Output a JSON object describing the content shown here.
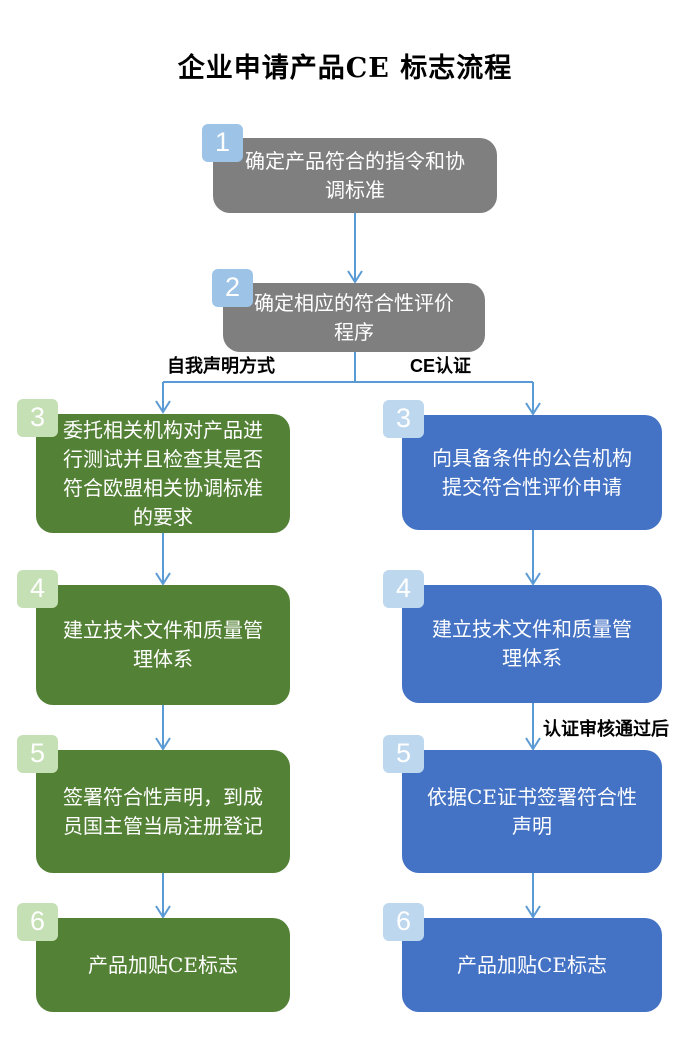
{
  "title": "企业申请产品CE 标志流程",
  "colors": {
    "gray": "#7f7f7f",
    "green": "#538135",
    "blue": "#4472c4",
    "badge_blue": "#9dc3e6",
    "badge_pale_green": "#c5e0b4",
    "badge_pale_blue": "#bdd7ee",
    "arrow": "#5b9bd5"
  },
  "common": {
    "step1": {
      "num": "1",
      "text": "确定产品符合的指令和协\n调标准"
    },
    "step2": {
      "num": "2",
      "text": "确定相应的符合性评价\n程序"
    }
  },
  "branches": {
    "left": {
      "label": "自我声明方式",
      "steps": [
        {
          "num": "3",
          "text": "委托相关机构对产品进\n行测试并且检查其是否\n符合欧盟相关协调标准\n的要求"
        },
        {
          "num": "4",
          "text": "建立技术文件和质量管\n理体系"
        },
        {
          "num": "5",
          "text": "签署符合性声明，到成\n员国主管当局注册登记"
        },
        {
          "num": "6",
          "text": "产品加贴CE标志"
        }
      ]
    },
    "right": {
      "label": "CE认证",
      "note": "认证审核通过后",
      "steps": [
        {
          "num": "3",
          "text": "向具备条件的公告机构\n提交符合性评价申请"
        },
        {
          "num": "4",
          "text": "建立技术文件和质量管\n理体系"
        },
        {
          "num": "5",
          "text": "依据CE证书签署符合性\n声明"
        },
        {
          "num": "6",
          "text": "产品加贴CE标志"
        }
      ]
    }
  }
}
